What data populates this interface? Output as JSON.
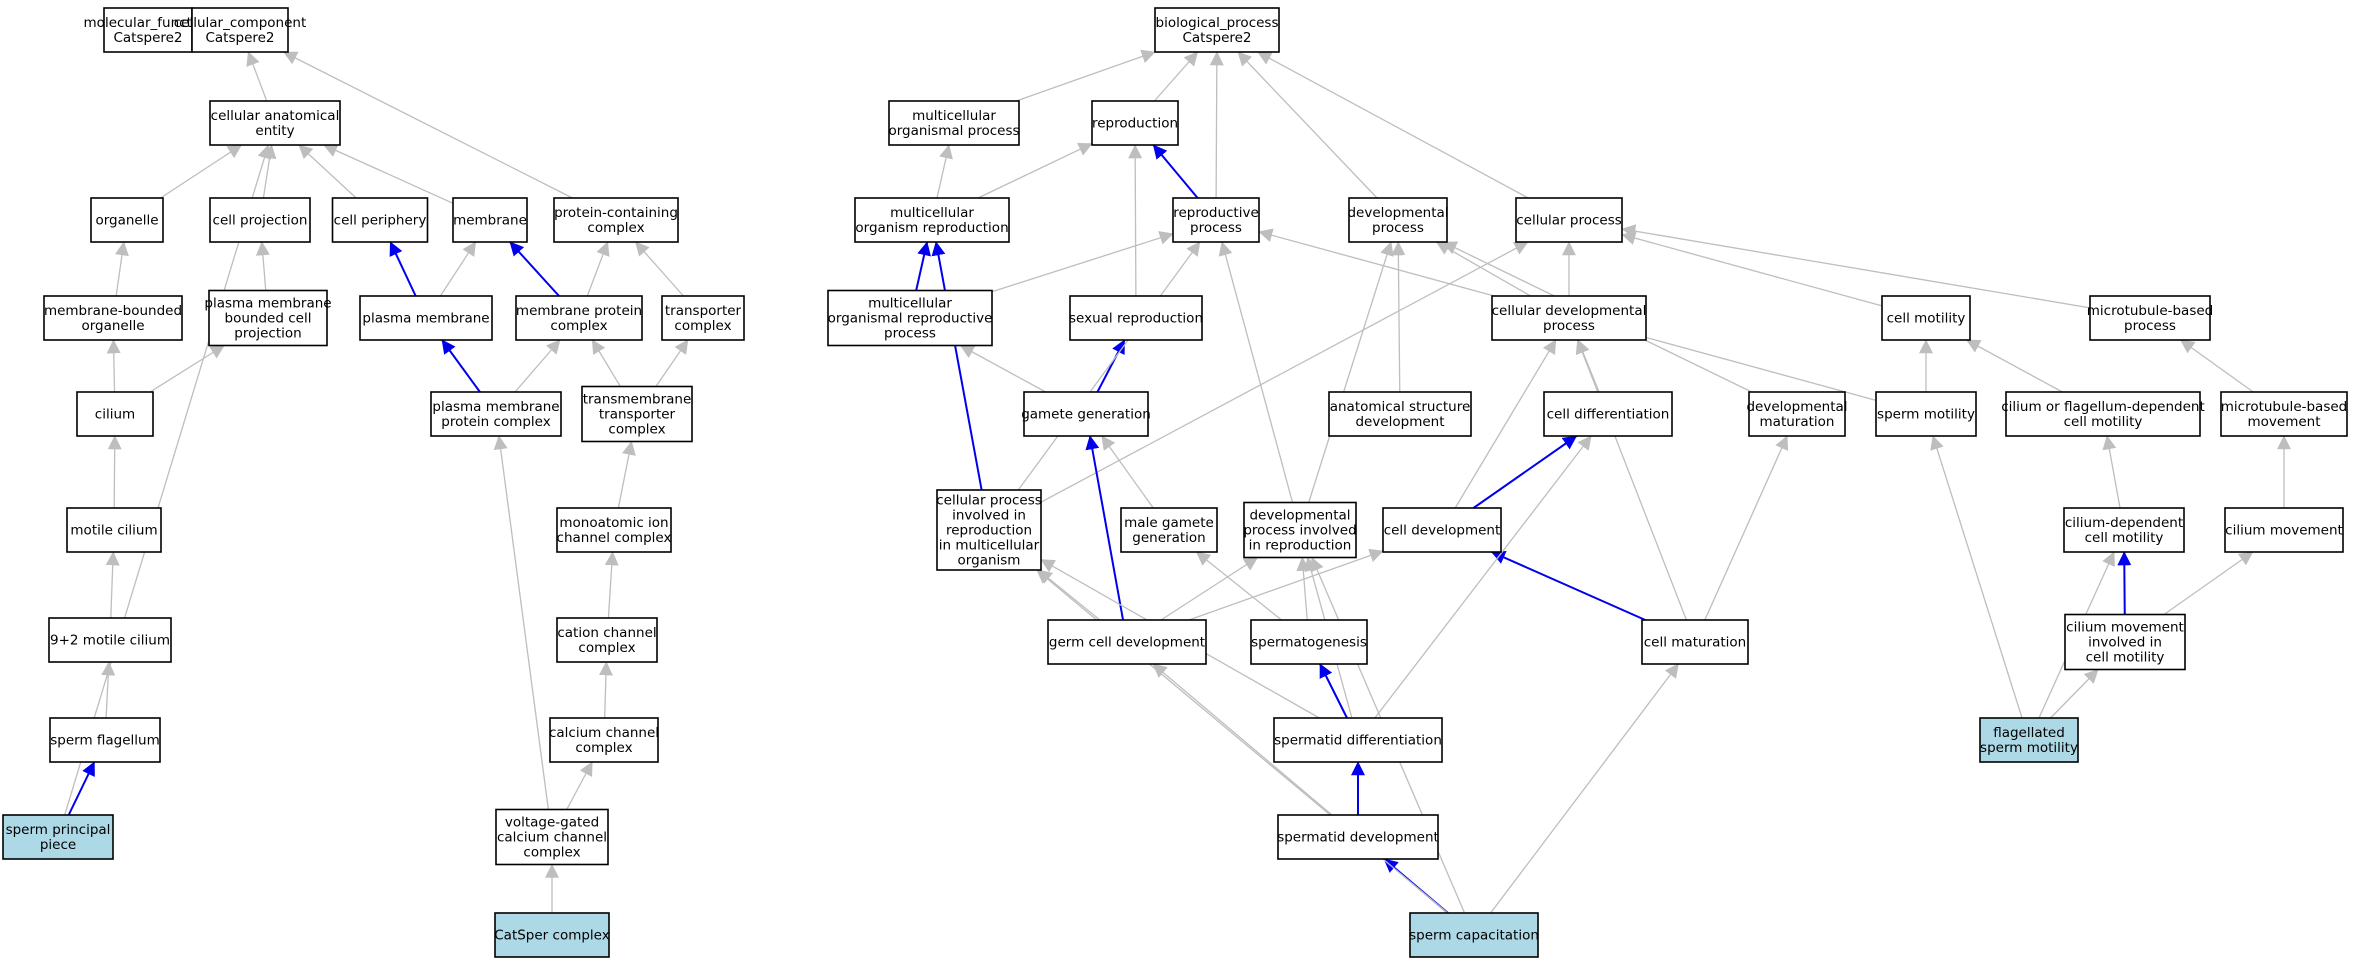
{
  "colors": {
    "edge_default": "#bebebe",
    "edge_part_of": "#0000ee",
    "node_fill": "#ffffff",
    "node_highlight": "#add8e6",
    "node_border": "#000000"
  },
  "nodes": [
    {
      "id": "mf_root",
      "lines": [
        "molecular_function",
        "Catspere2"
      ],
      "highlight": false
    },
    {
      "id": "cc_root",
      "lines": [
        "cellular_component",
        "Catspere2"
      ],
      "highlight": false
    },
    {
      "id": "bp_root",
      "lines": [
        "biological_process",
        "Catspere2"
      ],
      "highlight": false
    },
    {
      "id": "cae",
      "lines": [
        "cellular anatomical",
        "entity"
      ],
      "highlight": false
    },
    {
      "id": "organelle",
      "lines": [
        "organelle"
      ],
      "highlight": false
    },
    {
      "id": "cell_proj",
      "lines": [
        "cell projection"
      ],
      "highlight": false
    },
    {
      "id": "cell_periph",
      "lines": [
        "cell periphery"
      ],
      "highlight": false
    },
    {
      "id": "membrane",
      "lines": [
        "membrane"
      ],
      "highlight": false
    },
    {
      "id": "pcc",
      "lines": [
        "protein-containing",
        "complex"
      ],
      "highlight": false
    },
    {
      "id": "mbo",
      "lines": [
        "membrane-bounded",
        "organelle"
      ],
      "highlight": false
    },
    {
      "id": "pmbcp",
      "lines": [
        "plasma membrane",
        "bounded cell",
        "projection"
      ],
      "highlight": false
    },
    {
      "id": "plasma_mem",
      "lines": [
        "plasma membrane"
      ],
      "highlight": false
    },
    {
      "id": "mpc",
      "lines": [
        "membrane protein",
        "complex"
      ],
      "highlight": false
    },
    {
      "id": "transporter_cx",
      "lines": [
        "transporter",
        "complex"
      ],
      "highlight": false
    },
    {
      "id": "cilium",
      "lines": [
        "cilium"
      ],
      "highlight": false
    },
    {
      "id": "pmpc",
      "lines": [
        "plasma membrane",
        "protein complex"
      ],
      "highlight": false
    },
    {
      "id": "ttc",
      "lines": [
        "transmembrane",
        "transporter",
        "complex"
      ],
      "highlight": false
    },
    {
      "id": "motile_cilium",
      "lines": [
        "motile cilium"
      ],
      "highlight": false
    },
    {
      "id": "maicc",
      "lines": [
        "monoatomic ion",
        "channel complex"
      ],
      "highlight": false
    },
    {
      "id": "nine_two",
      "lines": [
        "9+2 motile cilium"
      ],
      "highlight": false
    },
    {
      "id": "ccc",
      "lines": [
        "cation channel",
        "complex"
      ],
      "highlight": false
    },
    {
      "id": "sperm_flag",
      "lines": [
        "sperm flagellum"
      ],
      "highlight": false
    },
    {
      "id": "calcium_cc",
      "lines": [
        "calcium channel",
        "complex"
      ],
      "highlight": false
    },
    {
      "id": "spp",
      "lines": [
        "sperm principal",
        "piece"
      ],
      "highlight": true
    },
    {
      "id": "vgccc",
      "lines": [
        "voltage-gated",
        "calcium channel",
        "complex"
      ],
      "highlight": false
    },
    {
      "id": "catsper",
      "lines": [
        "CatSper complex"
      ],
      "highlight": true
    },
    {
      "id": "mop",
      "lines": [
        "multicellular",
        "organismal process"
      ],
      "highlight": false
    },
    {
      "id": "reproduction",
      "lines": [
        "reproduction"
      ],
      "highlight": false
    },
    {
      "id": "mor",
      "lines": [
        "multicellular",
        "organism reproduction"
      ],
      "highlight": false
    },
    {
      "id": "repro_proc",
      "lines": [
        "reproductive",
        "process"
      ],
      "highlight": false
    },
    {
      "id": "dev_proc",
      "lines": [
        "developmental",
        "process"
      ],
      "highlight": false
    },
    {
      "id": "cell_proc",
      "lines": [
        "cellular process"
      ],
      "highlight": false
    },
    {
      "id": "morp",
      "lines": [
        "multicellular",
        "organismal reproductive",
        "process"
      ],
      "highlight": false
    },
    {
      "id": "sexual_repro",
      "lines": [
        "sexual reproduction"
      ],
      "highlight": false
    },
    {
      "id": "cdp",
      "lines": [
        "cellular developmental",
        "process"
      ],
      "highlight": false
    },
    {
      "id": "cell_motility",
      "lines": [
        "cell motility"
      ],
      "highlight": false
    },
    {
      "id": "mtb",
      "lines": [
        "microtubule-based",
        "process"
      ],
      "highlight": false
    },
    {
      "id": "gamete_gen",
      "lines": [
        "gamete generation"
      ],
      "highlight": false
    },
    {
      "id": "asd",
      "lines": [
        "anatomical structure",
        "development"
      ],
      "highlight": false
    },
    {
      "id": "cell_diff",
      "lines": [
        "cell differentiation"
      ],
      "highlight": false
    },
    {
      "id": "dev_mat",
      "lines": [
        "developmental",
        "maturation"
      ],
      "highlight": false
    },
    {
      "id": "sperm_motility",
      "lines": [
        "sperm motility"
      ],
      "highlight": false
    },
    {
      "id": "cfdcm",
      "lines": [
        "cilium or flagellum-dependent",
        "cell motility"
      ],
      "highlight": false
    },
    {
      "id": "mtb_move",
      "lines": [
        "microtubule-based",
        "movement"
      ],
      "highlight": false
    },
    {
      "id": "cpirmo",
      "lines": [
        "cellular process",
        "involved in",
        "reproduction",
        "in multicellular",
        "organism"
      ],
      "highlight": false
    },
    {
      "id": "male_gamete",
      "lines": [
        "male gamete",
        "generation"
      ],
      "highlight": false
    },
    {
      "id": "dpir",
      "lines": [
        "developmental",
        "process involved",
        "in reproduction"
      ],
      "highlight": false
    },
    {
      "id": "cell_dev",
      "lines": [
        "cell development"
      ],
      "highlight": false
    },
    {
      "id": "cdcm",
      "lines": [
        "cilium-dependent",
        "cell motility"
      ],
      "highlight": false
    },
    {
      "id": "cilium_move",
      "lines": [
        "cilium movement"
      ],
      "highlight": false
    },
    {
      "id": "germ_dev",
      "lines": [
        "germ cell development"
      ],
      "highlight": false
    },
    {
      "id": "spermatogenesis",
      "lines": [
        "spermatogenesis"
      ],
      "highlight": false
    },
    {
      "id": "cell_mat",
      "lines": [
        "cell maturation"
      ],
      "highlight": false
    },
    {
      "id": "cmicm",
      "lines": [
        "cilium movement",
        "involved in",
        "cell motility"
      ],
      "highlight": false
    },
    {
      "id": "spermatid_diff",
      "lines": [
        "spermatid differentiation"
      ],
      "highlight": false
    },
    {
      "id": "flag_sperm",
      "lines": [
        "flagellated",
        "sperm motility"
      ],
      "highlight": true
    },
    {
      "id": "spermatid_dev",
      "lines": [
        "spermatid development"
      ],
      "highlight": false
    },
    {
      "id": "sperm_cap",
      "lines": [
        "sperm capacitation"
      ],
      "highlight": true
    }
  ],
  "edges": [
    [
      "cae",
      "cc_root",
      "is_a"
    ],
    [
      "pcc",
      "cc_root",
      "is_a"
    ],
    [
      "organelle",
      "cae",
      "is_a"
    ],
    [
      "cell_proj",
      "cae",
      "is_a"
    ],
    [
      "cell_periph",
      "cae",
      "is_a"
    ],
    [
      "membrane",
      "cae",
      "is_a"
    ],
    [
      "spp",
      "cae",
      "is_a"
    ],
    [
      "mbo",
      "organelle",
      "is_a"
    ],
    [
      "pmbcp",
      "cell_proj",
      "is_a"
    ],
    [
      "plasma_mem",
      "cell_periph",
      "part_of"
    ],
    [
      "plasma_mem",
      "membrane",
      "is_a"
    ],
    [
      "mpc",
      "membrane",
      "part_of"
    ],
    [
      "mpc",
      "pcc",
      "is_a"
    ],
    [
      "transporter_cx",
      "pcc",
      "is_a"
    ],
    [
      "cilium",
      "mbo",
      "is_a"
    ],
    [
      "cilium",
      "pmbcp",
      "is_a"
    ],
    [
      "pmpc",
      "plasma_mem",
      "part_of"
    ],
    [
      "pmpc",
      "mpc",
      "is_a"
    ],
    [
      "ttc",
      "mpc",
      "is_a"
    ],
    [
      "ttc",
      "transporter_cx",
      "is_a"
    ],
    [
      "motile_cilium",
      "cilium",
      "is_a"
    ],
    [
      "maicc",
      "ttc",
      "is_a"
    ],
    [
      "nine_two",
      "motile_cilium",
      "is_a"
    ],
    [
      "ccc",
      "maicc",
      "is_a"
    ],
    [
      "sperm_flag",
      "nine_two",
      "is_a"
    ],
    [
      "calcium_cc",
      "ccc",
      "is_a"
    ],
    [
      "spp",
      "sperm_flag",
      "part_of"
    ],
    [
      "vgccc",
      "calcium_cc",
      "is_a"
    ],
    [
      "vgccc",
      "pmpc",
      "is_a"
    ],
    [
      "catsper",
      "vgccc",
      "is_a"
    ],
    [
      "mop",
      "bp_root",
      "is_a"
    ],
    [
      "reproduction",
      "bp_root",
      "is_a"
    ],
    [
      "repro_proc",
      "bp_root",
      "is_a"
    ],
    [
      "dev_proc",
      "bp_root",
      "is_a"
    ],
    [
      "cell_proc",
      "bp_root",
      "is_a"
    ],
    [
      "mor",
      "mop",
      "is_a"
    ],
    [
      "mor",
      "reproduction",
      "is_a"
    ],
    [
      "repro_proc",
      "reproduction",
      "part_of"
    ],
    [
      "morp",
      "mor",
      "part_of"
    ],
    [
      "morp",
      "repro_proc",
      "is_a"
    ],
    [
      "sexual_repro",
      "reproduction",
      "is_a"
    ],
    [
      "gamete_gen",
      "sexual_repro",
      "part_of"
    ],
    [
      "gamete_gen",
      "morp",
      "is_a"
    ],
    [
      "cdp",
      "dev_proc",
      "is_a"
    ],
    [
      "cdp",
      "cell_proc",
      "is_a"
    ],
    [
      "cell_motility",
      "cell_proc",
      "is_a"
    ],
    [
      "mtb",
      "cell_proc",
      "is_a"
    ],
    [
      "asd",
      "dev_proc",
      "is_a"
    ],
    [
      "cell_diff",
      "cdp",
      "is_a"
    ],
    [
      "dev_mat",
      "dev_proc",
      "is_a"
    ],
    [
      "sperm_motility",
      "repro_proc",
      "is_a"
    ],
    [
      "sperm_motility",
      "cell_motility",
      "is_a"
    ],
    [
      "cfdcm",
      "cell_motility",
      "is_a"
    ],
    [
      "mtb_move",
      "mtb",
      "is_a"
    ],
    [
      "cpirmo",
      "mor",
      "part_of"
    ],
    [
      "cpirmo",
      "repro_proc",
      "is_a"
    ],
    [
      "cpirmo",
      "cell_proc",
      "is_a"
    ],
    [
      "male_gamete",
      "gamete_gen",
      "is_a"
    ],
    [
      "dpir",
      "repro_proc",
      "is_a"
    ],
    [
      "dpir",
      "dev_proc",
      "is_a"
    ],
    [
      "cell_dev",
      "cdp",
      "is_a"
    ],
    [
      "cell_dev",
      "cell_diff",
      "part_of"
    ],
    [
      "cdcm",
      "cfdcm",
      "is_a"
    ],
    [
      "cilium_move",
      "mtb_move",
      "is_a"
    ],
    [
      "germ_dev",
      "gamete_gen",
      "part_of"
    ],
    [
      "germ_dev",
      "cpirmo",
      "is_a"
    ],
    [
      "germ_dev",
      "dpir",
      "is_a"
    ],
    [
      "germ_dev",
      "cell_dev",
      "is_a"
    ],
    [
      "spermatogenesis",
      "male_gamete",
      "is_a"
    ],
    [
      "spermatogenesis",
      "dpir",
      "is_a"
    ],
    [
      "cell_mat",
      "cell_dev",
      "part_of"
    ],
    [
      "cell_mat",
      "cdp",
      "is_a"
    ],
    [
      "cell_mat",
      "dev_mat",
      "is_a"
    ],
    [
      "cmicm",
      "cdcm",
      "part_of"
    ],
    [
      "cmicm",
      "cilium_move",
      "is_a"
    ],
    [
      "spermatid_diff",
      "spermatogenesis",
      "part_of"
    ],
    [
      "spermatid_diff",
      "cell_diff",
      "is_a"
    ],
    [
      "spermatid_diff",
      "cpirmo",
      "is_a"
    ],
    [
      "spermatid_diff",
      "dpir",
      "is_a"
    ],
    [
      "flag_sperm",
      "sperm_motility",
      "is_a"
    ],
    [
      "flag_sperm",
      "cdcm",
      "is_a"
    ],
    [
      "flag_sperm",
      "cmicm",
      "is_a"
    ],
    [
      "spermatid_dev",
      "spermatid_diff",
      "part_of"
    ],
    [
      "spermatid_dev",
      "germ_dev",
      "is_a"
    ],
    [
      "sperm_cap",
      "spermatid_dev",
      "part_of"
    ],
    [
      "sperm_cap",
      "cpirmo",
      "is_a"
    ],
    [
      "sperm_cap",
      "dpir",
      "is_a"
    ],
    [
      "sperm_cap",
      "cell_mat",
      "is_a"
    ]
  ]
}
